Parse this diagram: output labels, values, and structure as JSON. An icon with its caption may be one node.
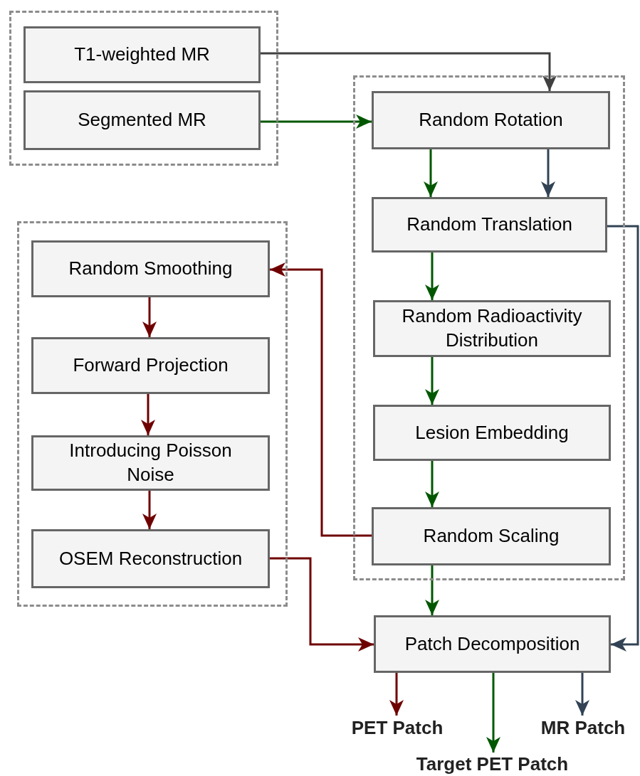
{
  "diagram": {
    "nodes": [
      {
        "text": [],
        "shape": "box"
      },
      {
        "text": [
          "T1-weighted MR"
        ],
        "in": 0
      },
      {
        "text": [
          "Segmented MR"
        ],
        "in": 0
      },
      {
        "text": [],
        "shape": "box"
      },
      {
        "text": [
          "Random Rotation"
        ],
        "in": 3
      },
      {
        "text": [
          "Random Translation"
        ],
        "in": 3
      },
      {
        "text": [
          "Random Radioactivity Distribution"
        ],
        "in": 3
      },
      {
        "text": [
          "Lesion Embedding"
        ],
        "in": 3
      },
      {
        "text": [
          "Random Scaling"
        ],
        "in": 3
      },
      {
        "text": [],
        "shape": "box"
      },
      {
        "text": [
          "Random Smoothing"
        ],
        "in": 9
      },
      {
        "text": [
          "Forward Projection"
        ],
        "in": 9
      },
      {
        "text": [
          "Introducing Poisson Noise"
        ],
        "in": 9
      },
      {
        "text": [
          "OSEM Reconstruction"
        ],
        "in": 9
      },
      {
        "text": [
          "Patch Decomposition"
        ]
      },
      {
        "text": [
          "PET Patch"
        ]
      },
      {
        "text": [
          "Target PET Patch"
        ]
      },
      {
        "text": [
          "MR Patch"
        ]
      }
    ],
    "edges": [
      {
        "from": 1,
        "to": 4,
        "arrow": "to",
        "color": "#404040"
      },
      {
        "from": 2,
        "to": 4,
        "arrow": "to",
        "color": "#005700"
      },
      {
        "from": 4,
        "to": 5,
        "arrow": "to",
        "color": "#005700"
      },
      {
        "from": 4,
        "to": 5,
        "arrow": "to",
        "color": "#314354"
      },
      {
        "from": 5,
        "to": 14,
        "arrow": "to",
        "color": "#314354"
      },
      {
        "from": 5,
        "to": 6,
        "arrow": "to",
        "color": "#005700"
      },
      {
        "from": 6,
        "to": 7,
        "arrow": "to",
        "color": "#005700"
      },
      {
        "from": 7,
        "to": 8,
        "arrow": "to",
        "color": "#005700"
      },
      {
        "from": 8,
        "to": 14,
        "arrow": "to",
        "color": "#005700"
      },
      {
        "from": 8,
        "to": 10,
        "arrow": "to",
        "color": "#6f0000"
      },
      {
        "from": 10,
        "to": 11,
        "arrow": "to",
        "color": "#6f0000"
      },
      {
        "from": 11,
        "to": 12,
        "arrow": "to",
        "color": "#6f0000"
      },
      {
        "from": 12,
        "to": 13,
        "arrow": "to",
        "color": "#6f0000"
      },
      {
        "from": 13,
        "to": 14,
        "arrow": "to",
        "color": "#6f0000"
      },
      {
        "from": 14,
        "to": 15,
        "arrow": "to",
        "color": "#6f0000"
      },
      {
        "from": 14,
        "to": 16,
        "arrow": "to",
        "color": "#005700"
      },
      {
        "from": 14,
        "to": 17,
        "arrow": "to",
        "color": "#314354"
      }
    ]
  }
}
